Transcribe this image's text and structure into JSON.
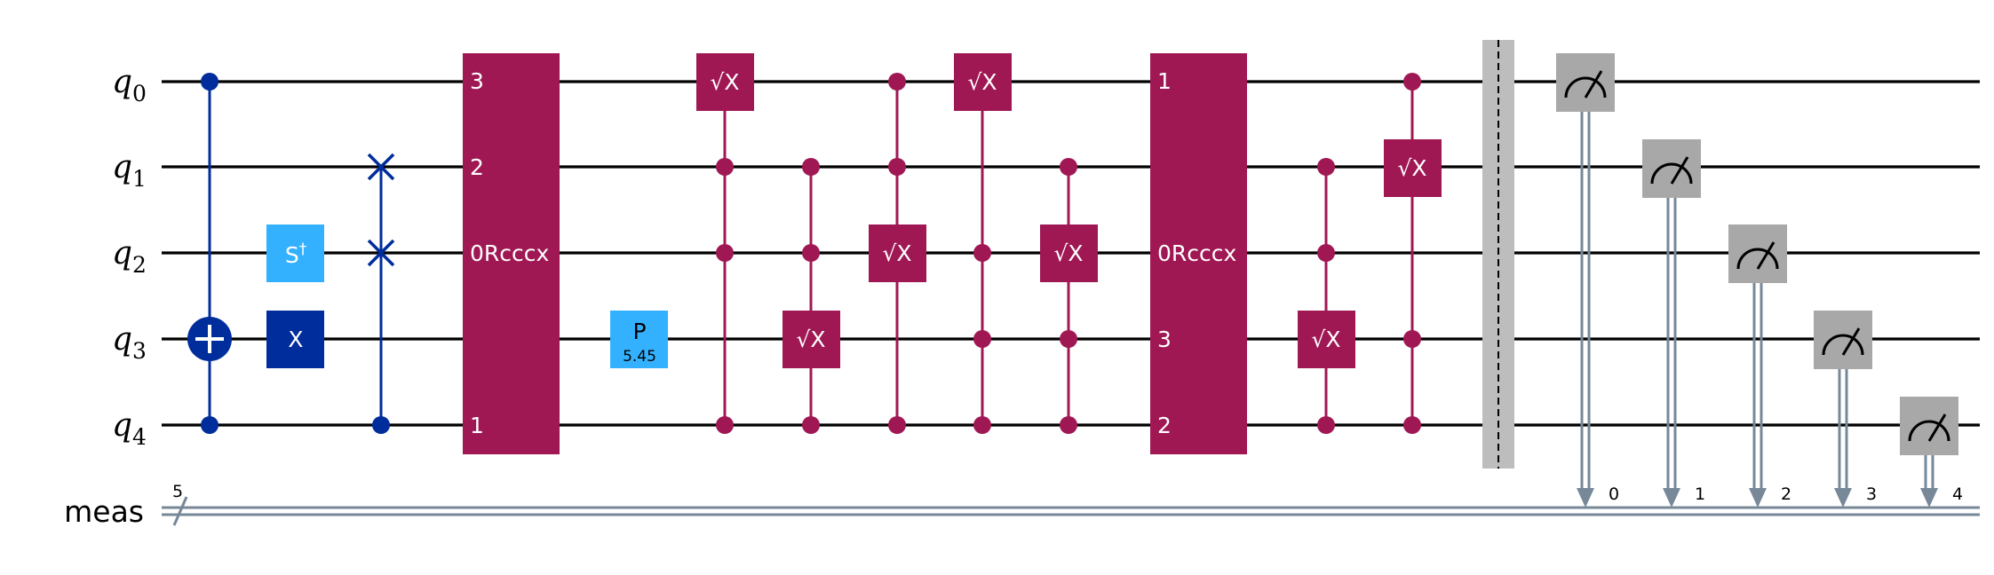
{
  "wires": {
    "qubits": [
      {
        "name": "q",
        "index": "0"
      },
      {
        "name": "q",
        "index": "1"
      },
      {
        "name": "q",
        "index": "2"
      },
      {
        "name": "q",
        "index": "3"
      },
      {
        "name": "q",
        "index": "4"
      }
    ],
    "classical": {
      "name": "meas",
      "size": "5"
    }
  },
  "gates": {
    "sdg": {
      "label": "S",
      "sup": "†"
    },
    "x": {
      "label": "X"
    },
    "p": {
      "label": "P",
      "param": "5.45"
    },
    "sx": {
      "label": "√X"
    },
    "rcccx": {
      "label": "0Rcccx"
    }
  },
  "rcccx1": {
    "pins": {
      "q0": "3",
      "q1": "2",
      "q2": "0",
      "q4": "1"
    }
  },
  "rcccx2": {
    "pins": {
      "q0": "1",
      "q2": "0",
      "q3": "3",
      "q4": "2"
    }
  },
  "measure_bits": [
    "0",
    "1",
    "2",
    "3",
    "4"
  ],
  "colors": {
    "dark_blue": "#002D9C",
    "light_blue": "#33B1FF",
    "magenta": "#9F1853",
    "measure_gray": "#A8A8A8",
    "classical_wire": "#778899",
    "barrier": "#BDBDBD"
  }
}
